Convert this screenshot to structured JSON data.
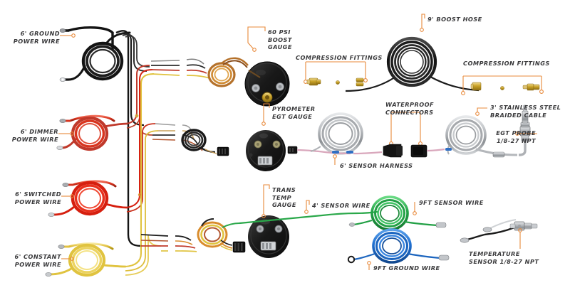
{
  "diagram": {
    "title": "Gauge Wiring Harness Kit Components",
    "background_color": "#ffffff",
    "leader_color": "#e8893a",
    "label_color": "#3a3a3c"
  },
  "labels": {
    "ground_power_wire": "6' GROUND\nPOWER WIRE",
    "dimmer_power_wire": "6' DIMMER\nPOWER WIRE",
    "switched_power_wire": "6' SWITCHED\nPOWER WIRE",
    "constant_power_wire": "6' CONSTANT\nPOWER WIRE",
    "boost_gauge": "60 PSI\nBOOST\nGAUGE",
    "compression_fittings_left": "COMPRESSION FITTINGS",
    "compression_fittings_right": "COMPRESSION FITTINGS",
    "boost_hose": "9' BOOST HOSE",
    "pyrometer_gauge": "PYROMETER\nEGT GAUGE",
    "sensor_harness": "6' SENSOR HARNESS",
    "waterproof_connectors": "WATERPROOF\nCONNECTORS",
    "braided_cable": "3' STAINLESS STEEL\nBRAIDED CABLE",
    "egt_probe": "EGT PROBE\n1/8-27 NPT",
    "trans_temp_gauge": "TRANS\nTEMP\nGAUGE",
    "sensor_wire_4ft": "4' SENSOR WIRE",
    "sensor_wire_9ft": "9FT SENSOR WIRE",
    "ground_wire_9ft": "9FT GROUND WIRE",
    "temperature_sensor": "TEMPERATURE\nSENSOR 1/8-27 NPT"
  },
  "colors": {
    "wire_black": "#1c1c1c",
    "wire_red": "#c0392b",
    "wire_red_bright": "#e03a26",
    "wire_yellow": "#e8c84a",
    "wire_orange": "#e08a2e",
    "wire_green": "#2aa84a",
    "wire_blue": "#1f6fd0",
    "wire_tan": "#d8c49a",
    "wire_white": "#efefef",
    "brass": "#c9a227",
    "steel": "#b9bcc0",
    "gauge_body": "#1a1a1a",
    "leader": "#e8893a"
  },
  "components": [
    {
      "name": "6' Ground Power Wire",
      "color": "#1c1c1c",
      "quantity": 1
    },
    {
      "name": "6' Dimmer Power Wire",
      "color": "#e03a26",
      "quantity": 1
    },
    {
      "name": "6' Switched Power Wire",
      "color": "#e03a26",
      "quantity": 1
    },
    {
      "name": "6' Constant Power Wire",
      "color": "#e8c84a",
      "quantity": 1
    },
    {
      "name": "60 PSI Boost Gauge",
      "color": "#1a1a1a",
      "quantity": 1
    },
    {
      "name": "Compression Fittings",
      "color": "#c9a227",
      "quantity": 4
    },
    {
      "name": "9' Boost Hose",
      "color": "#1c1c1c",
      "quantity": 1
    },
    {
      "name": "Pyrometer EGT Gauge",
      "color": "#1a1a1a",
      "quantity": 1
    },
    {
      "name": "6' Sensor Harness",
      "color": "#b9bcc0",
      "quantity": 1
    },
    {
      "name": "Waterproof Connectors",
      "color": "#1a1a1a",
      "quantity": 2
    },
    {
      "name": "3' Stainless Steel Braided Cable",
      "color": "#b9bcc0",
      "quantity": 1
    },
    {
      "name": "EGT Probe 1/8-27 NPT",
      "color": "#b9bcc0",
      "quantity": 1
    },
    {
      "name": "Trans Temp Gauge",
      "color": "#1a1a1a",
      "quantity": 1
    },
    {
      "name": "4' Sensor Wire",
      "color": "#2aa84a",
      "quantity": 1
    },
    {
      "name": "9FT Sensor Wire",
      "color": "#2aa84a",
      "quantity": 1
    },
    {
      "name": "9FT Ground Wire",
      "color": "#1f6fd0",
      "quantity": 1
    },
    {
      "name": "Temperature Sensor 1/8-27 NPT",
      "color": "#b9bcc0",
      "quantity": 1
    }
  ]
}
